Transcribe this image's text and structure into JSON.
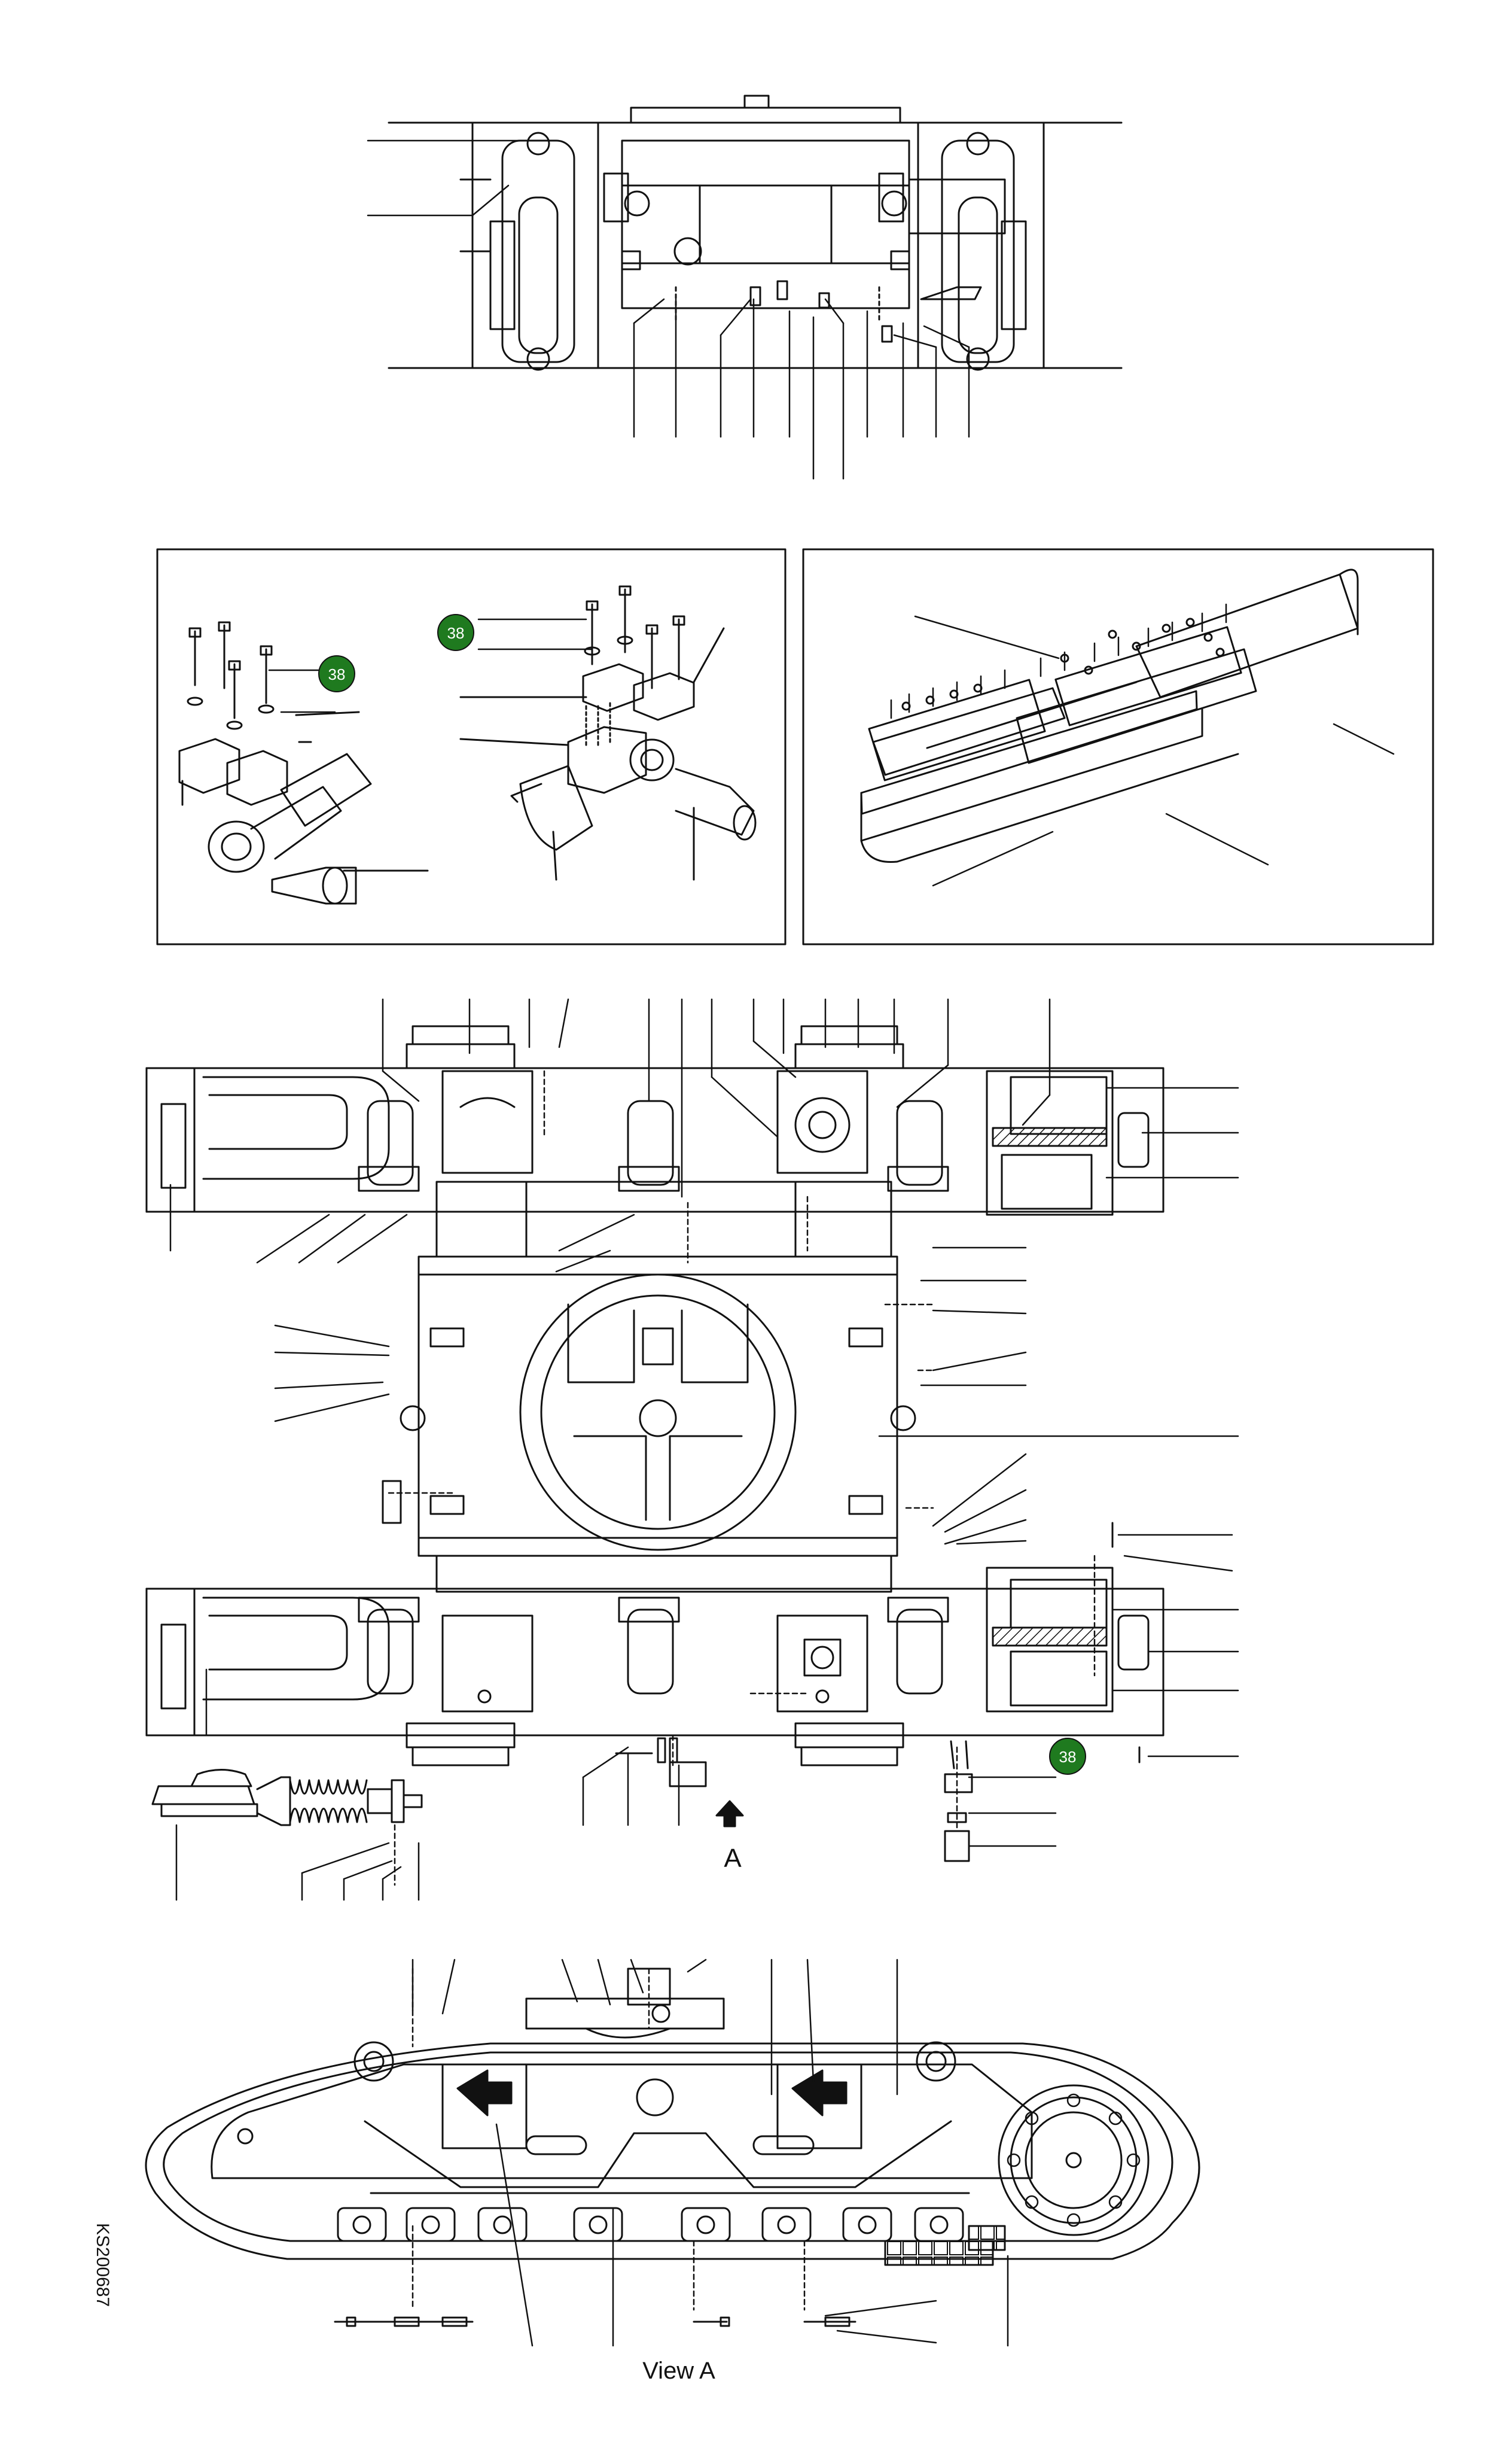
{
  "sheet": {
    "drawing_code": "KS200687",
    "view_label": "View A",
    "arrow_letter": "A"
  },
  "badges": [
    {
      "id": "badge-38-left-insert",
      "label": "38",
      "color": "#1f7a1f"
    },
    {
      "id": "badge-38-center-insert",
      "label": "38",
      "color": "#1f7a1f"
    },
    {
      "id": "badge-38-main-view",
      "label": "38",
      "color": "#1f7a1f"
    }
  ],
  "colors": {
    "line": "#111111",
    "badge_fill": "#1f7a1f",
    "badge_text": "#ffffff",
    "paper": "#ffffff"
  }
}
